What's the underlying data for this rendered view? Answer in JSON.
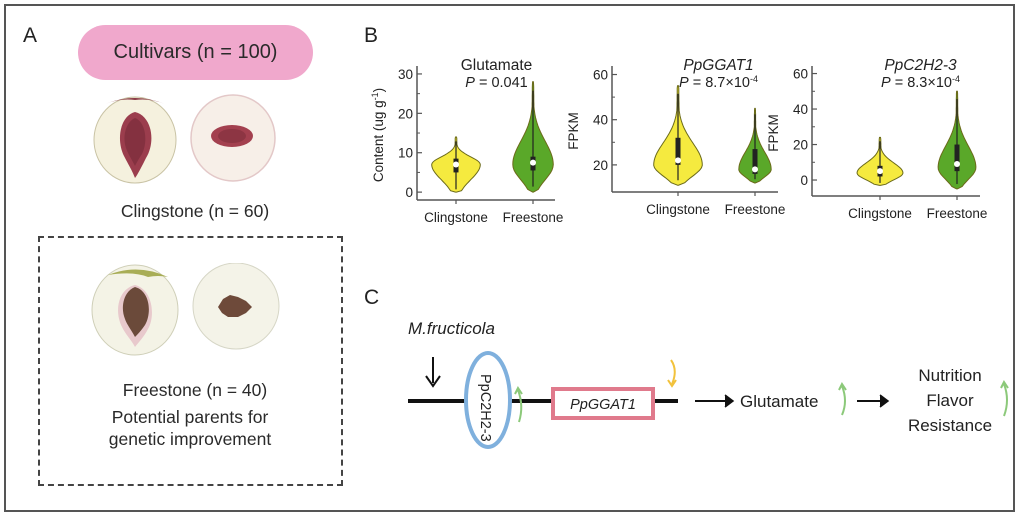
{
  "panels": {
    "a": {
      "letter": "A",
      "cultivars_label": "Cultivars (n = 100)",
      "clingstone_label": "Clingstone (n = 60)",
      "freestone_label": "Freestone (n = 40)",
      "note_line1": "Potential parents for",
      "note_line2": "genetic improvement",
      "colors": {
        "pill": "#f0a8cc"
      }
    },
    "b": {
      "letter": "B"
    },
    "c": {
      "letter": "C",
      "pathogen": "M.fructicola",
      "tf_label": "PpC2H2-3",
      "gene_label": "PpGGAT1",
      "product": "Glutamate",
      "outcomes": [
        "Nutrition",
        "Flavor",
        "Resistance"
      ],
      "colors": {
        "tf_ellipse": "#7fb0dd",
        "gene_box": "#e07a8c",
        "up_arrow": "#8cc97a",
        "down_arrow": "#f2c23c"
      }
    }
  },
  "chart_data": [
    {
      "type": "violin",
      "title": "Glutamate",
      "title_italic": false,
      "pvalue_label": "P",
      "pvalue_text": " = 0.041",
      "ylabel": "Content (ug g",
      "ylabel_sup": "-1",
      "ylabel_close": ")",
      "ylim": [
        -2,
        31
      ],
      "yticks": [
        0,
        10,
        20,
        30
      ],
      "categories": [
        "Clingstone",
        "Freestone"
      ],
      "series": [
        {
          "name": "Clingstone",
          "color": "#f5ea3f",
          "min": 0,
          "q1": 5,
          "median": 7,
          "q3": 8.5,
          "max": 14,
          "mode": 7,
          "width": 0.9
        },
        {
          "name": "Freestone",
          "color": "#5aa829",
          "min": 0,
          "q1": 5.5,
          "median": 7.5,
          "q3": 9,
          "max": 28,
          "mode": 7,
          "width": 0.75
        }
      ]
    },
    {
      "type": "violin",
      "title": "PpGGAT1",
      "title_italic": true,
      "pvalue_label": "P",
      "pvalue_text": " = 8.7×10",
      "pvalue_exp": "-4",
      "ylabel": "FPKM",
      "ylim": [
        8,
        62
      ],
      "yticks": [
        20,
        40,
        60
      ],
      "categories": [
        "Clingstone",
        "Freestone"
      ],
      "series": [
        {
          "name": "Clingstone",
          "color": "#f5ea3f",
          "min": 11,
          "q1": 20,
          "median": 22,
          "q3": 32,
          "max": 55,
          "mode": 20,
          "width": 0.9
        },
        {
          "name": "Freestone",
          "color": "#5aa829",
          "min": 12,
          "q1": 16,
          "median": 18,
          "q3": 27,
          "max": 45,
          "mode": 18,
          "width": 0.6
        }
      ]
    },
    {
      "type": "violin",
      "title": "PpC2H2-3",
      "title_italic": true,
      "pvalue_label": "P",
      "pvalue_text": " = 8.3×10",
      "pvalue_exp": "-4",
      "ylabel": "FPKM",
      "ylim": [
        -9,
        62
      ],
      "yticks": [
        0,
        20,
        40,
        60
      ],
      "categories": [
        "Clingstone",
        "Freestone"
      ],
      "series": [
        {
          "name": "Clingstone",
          "color": "#f5ea3f",
          "min": -3,
          "q1": 2,
          "median": 5,
          "q3": 8,
          "max": 24,
          "mode": 4,
          "width": 0.85
        },
        {
          "name": "Freestone",
          "color": "#5aa829",
          "min": -5,
          "q1": 5,
          "median": 9,
          "q3": 20,
          "max": 50,
          "mode": 7,
          "width": 0.7
        }
      ]
    }
  ]
}
